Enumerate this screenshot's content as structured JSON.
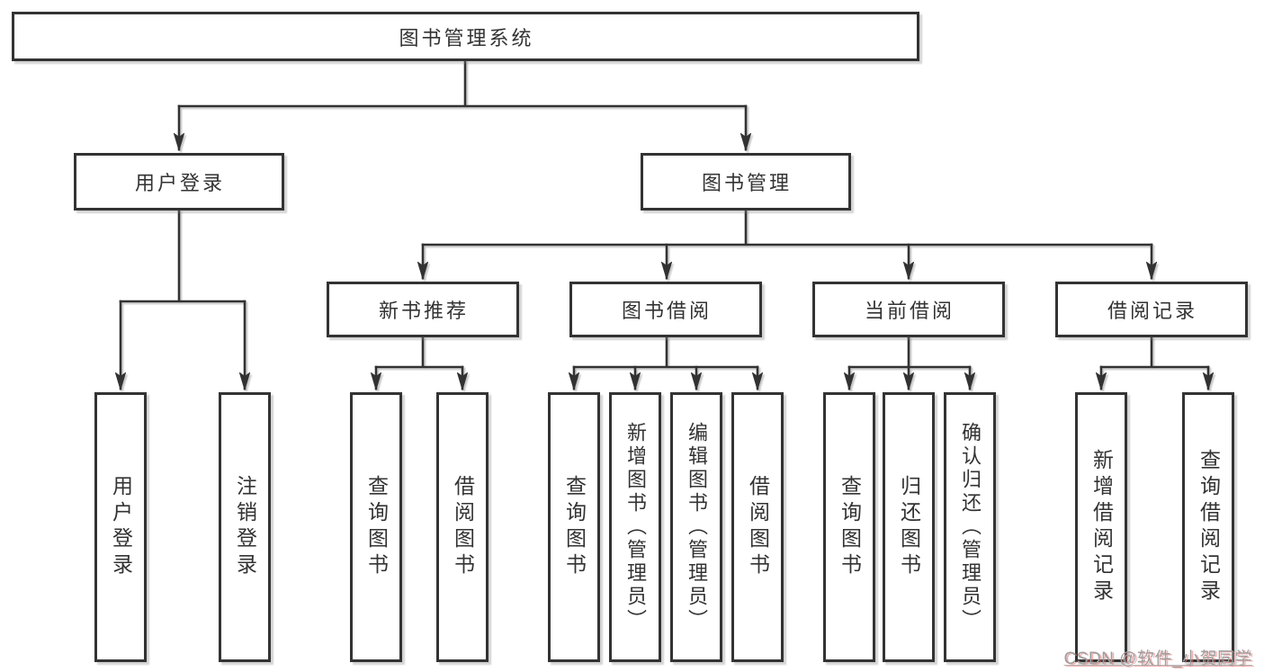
{
  "diagram": {
    "root": {
      "label": "图书管理系统"
    },
    "level2": [
      {
        "label": "用户登录"
      },
      {
        "label": "图书管理"
      }
    ],
    "level3": [
      {
        "label": "新书推荐",
        "parent": "图书管理"
      },
      {
        "label": "图书借阅",
        "parent": "图书管理"
      },
      {
        "label": "当前借阅",
        "parent": "图书管理"
      },
      {
        "label": "借阅记录",
        "parent": "图书管理"
      }
    ],
    "leaves": [
      {
        "label": "用户登录",
        "parent": "用户登录"
      },
      {
        "label": "注销登录",
        "parent": "用户登录"
      },
      {
        "label": "查询图书",
        "parent": "新书推荐"
      },
      {
        "label": "借阅图书",
        "parent": "新书推荐"
      },
      {
        "label": "查询图书",
        "parent": "图书借阅"
      },
      {
        "label": "新增图书（管理员）",
        "parent": "图书借阅"
      },
      {
        "label": "编辑图书（管理员）",
        "parent": "图书借阅"
      },
      {
        "label": "借阅图书",
        "parent": "图书借阅"
      },
      {
        "label": "查询图书",
        "parent": "当前借阅"
      },
      {
        "label": "归还图书",
        "parent": "当前借阅"
      },
      {
        "label": "确认归还（管理员）",
        "parent": "当前借阅"
      },
      {
        "label": "新增借阅记录",
        "parent": "借阅记录"
      },
      {
        "label": "查询借阅记录",
        "parent": "借阅记录"
      }
    ]
  },
  "watermark": {
    "text": "CSDN @软件_小贺同学"
  },
  "colors": {
    "line": "#333333",
    "box_border": "#333333",
    "text": "#333333",
    "background": "#ffffff",
    "watermark_text": "#9e9e9e",
    "watermark_shadow": "#e57373"
  }
}
